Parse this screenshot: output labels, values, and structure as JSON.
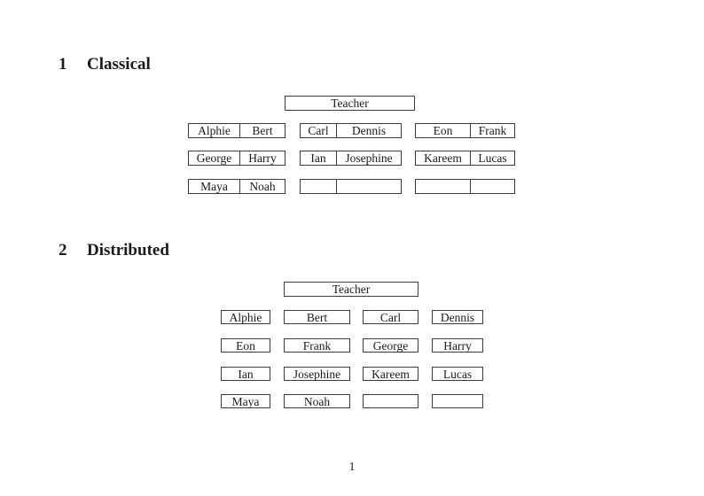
{
  "document": {
    "page_number": "1"
  },
  "colors": {
    "background": "#ffffff",
    "ink": "#1a1a1a",
    "box_border": "#3a3a3a"
  },
  "classical": {
    "heading_number": "1",
    "heading_title": "Classical",
    "teacher_label": "Teacher",
    "rows": [
      {
        "desks": [
          {
            "cells": [
              "Alphie",
              "Bert"
            ]
          },
          {
            "cells": [
              "Carl",
              "Dennis"
            ]
          },
          {
            "cells": [
              "Eon",
              "Frank"
            ]
          }
        ]
      },
      {
        "desks": [
          {
            "cells": [
              "George",
              "Harry"
            ]
          },
          {
            "cells": [
              "Ian",
              "Josephine"
            ]
          },
          {
            "cells": [
              "Kareem",
              "Lucas"
            ]
          }
        ]
      },
      {
        "desks": [
          {
            "cells": [
              "Maya",
              "Noah"
            ]
          },
          {
            "cells": [
              "",
              ""
            ]
          },
          {
            "cells": [
              "",
              ""
            ]
          }
        ]
      }
    ]
  },
  "distributed": {
    "heading_number": "2",
    "heading_title": "Distributed",
    "teacher_label": "Teacher",
    "rows": [
      {
        "seats": [
          "Alphie",
          "Bert",
          "Carl",
          "Dennis"
        ]
      },
      {
        "seats": [
          "Eon",
          "Frank",
          "George",
          "Harry"
        ]
      },
      {
        "seats": [
          "Ian",
          "Josephine",
          "Kareem",
          "Lucas"
        ]
      },
      {
        "seats": [
          "Maya",
          "Noah",
          "",
          ""
        ]
      }
    ]
  }
}
